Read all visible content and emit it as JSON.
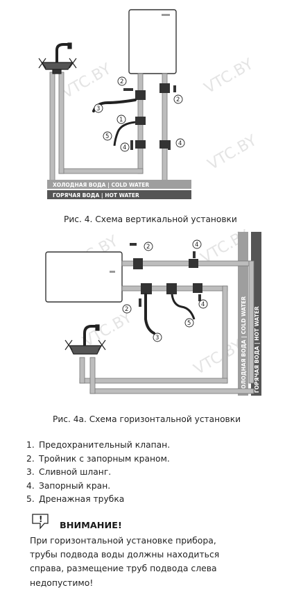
{
  "watermark": "VTC.BY",
  "fig4": {
    "cold_label": "ХОЛОДНАЯ ВОДА  |  COLD WATER",
    "hot_label": "ГОРЯЧАЯ ВОДА  |  HOT WATER",
    "caption": "Рис. 4. Схема вертикальной установки",
    "callouts": [
      "1",
      "2",
      "2",
      "3",
      "4",
      "4",
      "5"
    ]
  },
  "fig4a": {
    "cold_label": "ХОЛОДНАЯ ВОДА  |  COLD WATER",
    "hot_label": "ГОРЯЧАЯ ВОДА  |  HOT WATER",
    "caption": "Рис. 4а. Схема горизонтальной установки",
    "callouts": [
      "2",
      "4",
      "2",
      "4",
      "3",
      "5"
    ]
  },
  "legend": [
    {
      "num": "1.",
      "text": "Предохранительный клапан."
    },
    {
      "num": "2.",
      "text": "Тройник с запорным краном."
    },
    {
      "num": "3.",
      "text": "Сливной шланг."
    },
    {
      "num": "4.",
      "text": "Запорный кран."
    },
    {
      "num": "5.",
      "text": "Дренажная трубка"
    }
  ],
  "warning": {
    "icon_glyph": "!",
    "title": "ВНИМАНИЕ!",
    "lines": [
      "При горизонтальной установке прибора,",
      "трубы подвода воды должны находиться",
      "справа, размещение труб подвода слева",
      "недопустимо!"
    ]
  }
}
